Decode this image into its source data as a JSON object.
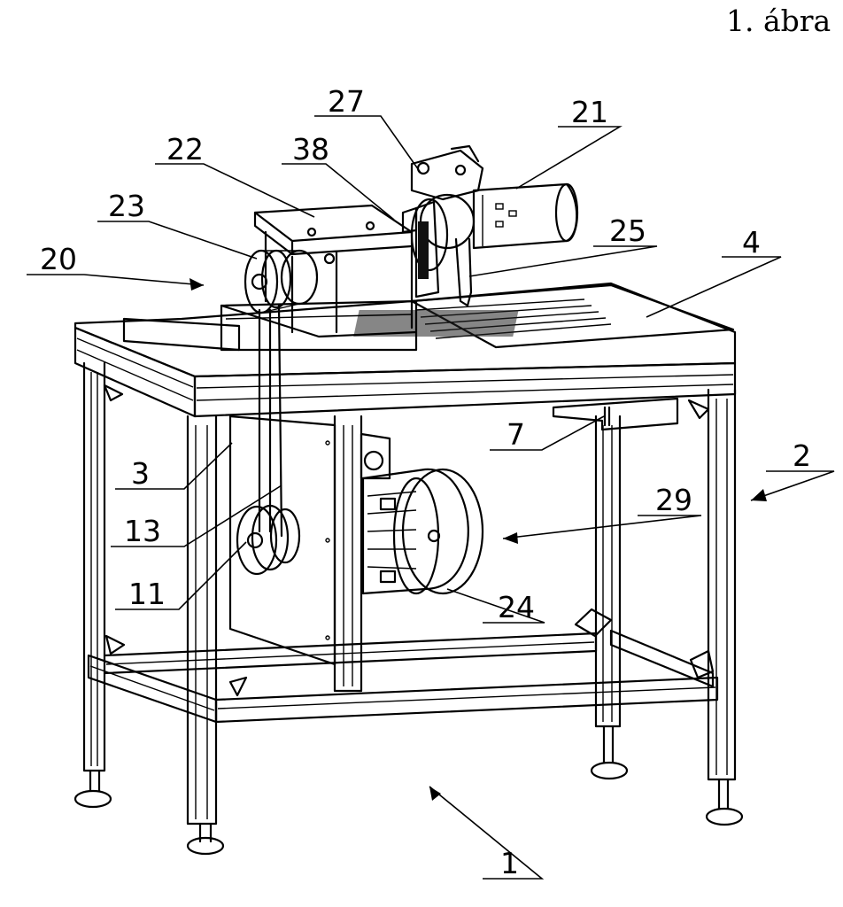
{
  "figure": {
    "title": "1. ábra"
  },
  "labels": [
    {
      "id": "l27",
      "text": "27"
    },
    {
      "id": "l21",
      "text": "21"
    },
    {
      "id": "l22",
      "text": "22"
    },
    {
      "id": "l38",
      "text": "38"
    },
    {
      "id": "l23",
      "text": "23"
    },
    {
      "id": "l25",
      "text": "25"
    },
    {
      "id": "l4",
      "text": "4"
    },
    {
      "id": "l20",
      "text": "20"
    },
    {
      "id": "l7",
      "text": "7"
    },
    {
      "id": "l2",
      "text": "2"
    },
    {
      "id": "l3",
      "text": "3"
    },
    {
      "id": "l29",
      "text": "29"
    },
    {
      "id": "l13",
      "text": "13"
    },
    {
      "id": "l11",
      "text": "11"
    },
    {
      "id": "l24",
      "text": "24"
    },
    {
      "id": "l1",
      "text": "1"
    }
  ]
}
